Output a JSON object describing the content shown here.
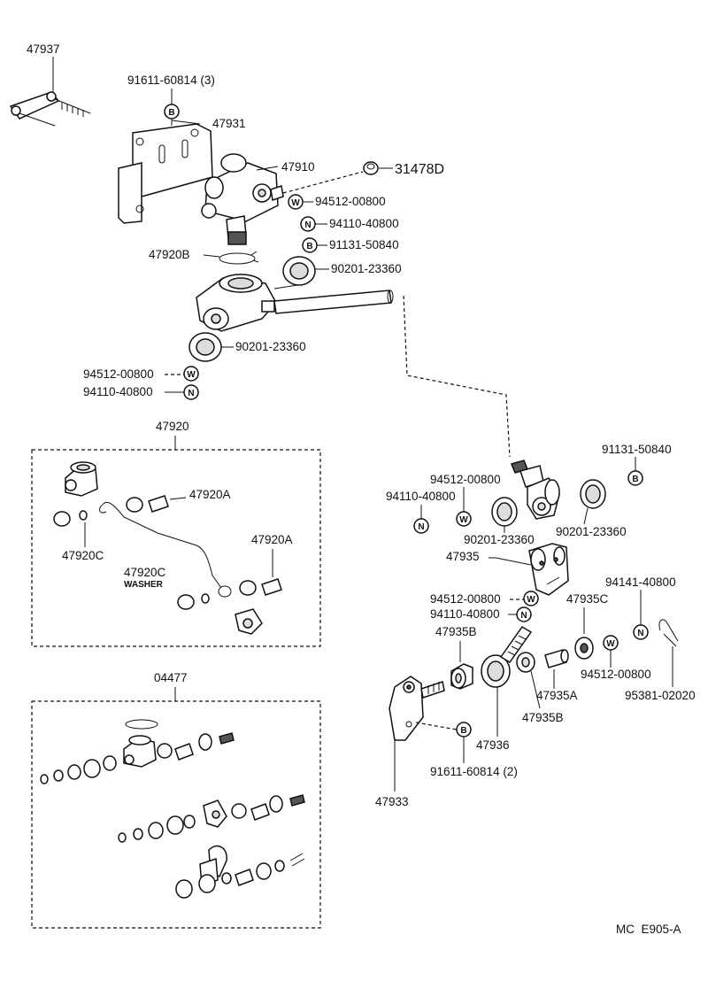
{
  "parts": {
    "p47937": "47937",
    "p91611_60814_3": "91611-60814 (3)",
    "p47931": "47931",
    "p47910": "47910",
    "p31478D": "31478D",
    "p94512_00800_a": "94512-00800",
    "p94110_40800_a": "94110-40800",
    "p91131_50840_a": "91131-50840",
    "p47920B": "47920B",
    "p90201_23360_a": "90201-23360",
    "p90201_23360_b": "90201-23360",
    "p94512_00800_b": "94512-00800",
    "p94110_40800_b": "94110-40800",
    "p47920": "47920",
    "p47920A_a": "47920A",
    "p47920C_a": "47920C",
    "p47920A_b": "47920A",
    "p47920C_b": "47920C",
    "washer": "WASHER",
    "p04477": "04477",
    "p91131_50840_b": "91131-50840",
    "p94512_00800_c": "94512-00800",
    "p94110_40800_c": "94110-40800",
    "p90201_23360_c": "90201-23360",
    "p90201_23360_d": "90201-23360",
    "p47935": "47935",
    "p94512_00800_d": "94512-00800",
    "p94110_40800_d": "94110-40800",
    "p47935C": "47935C",
    "p94141_40800": "94141-40800",
    "p47935B_a": "47935B",
    "p94512_00800_e": "94512-00800",
    "p47935A": "47935A",
    "p47935B_b": "47935B",
    "p47936": "47936",
    "p95381_02020": "95381-02020",
    "p91611_60814_2": "91611-60814 (2)",
    "p47933": "47933"
  },
  "badges": {
    "b": "B",
    "w": "W",
    "n": "N"
  },
  "footer": {
    "code": "MC  E905-A"
  }
}
